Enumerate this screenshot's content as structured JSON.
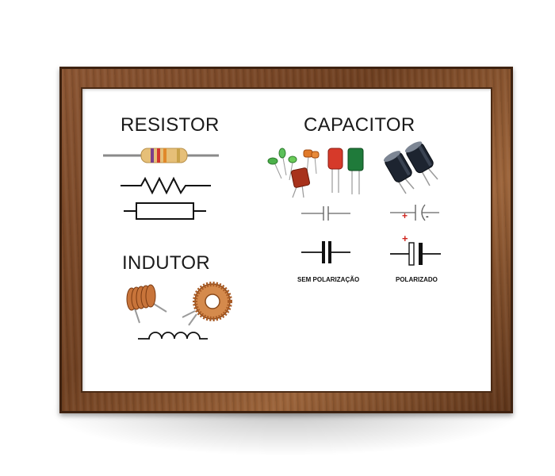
{
  "sections": {
    "resistor": {
      "title": "RESISTOR"
    },
    "capacitor": {
      "title": "CAPACITOR",
      "non_polarized_label": "SEM POLARIZAÇÃO",
      "polarized_label": "POLARIZADO",
      "plus_sign": "+",
      "minus_sign": "-"
    },
    "inductor": {
      "title": "INDUTOR"
    }
  },
  "colors": {
    "frame_wood": "#7a4726",
    "resistor_body": "#e8c27a",
    "copper": "#c06a32",
    "electrolytic": "#1d2430",
    "plus_red": "#d0261f"
  }
}
